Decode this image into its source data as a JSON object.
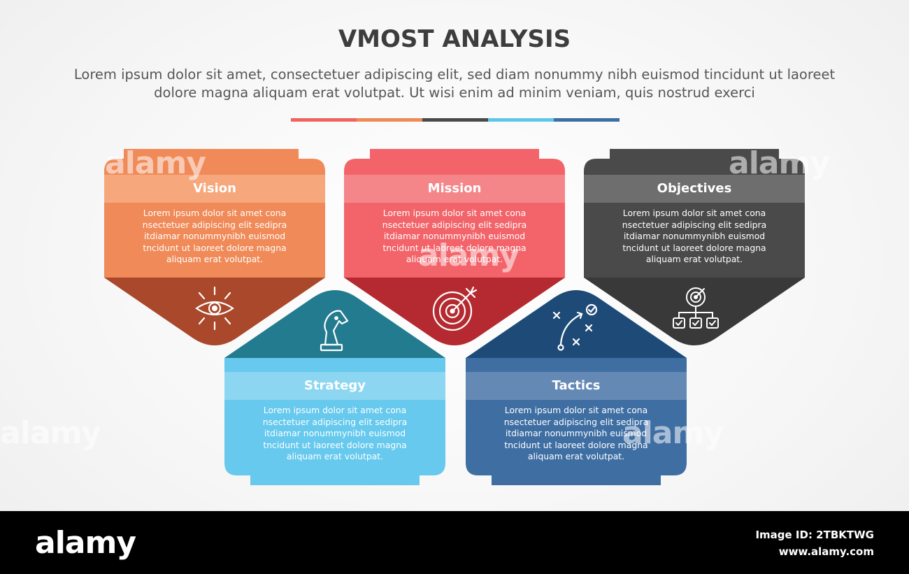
{
  "title": "VMOST ANALYSIS",
  "subtitle": "Lorem ipsum dolor sit amet, consectetuer adipiscing elit, sed diam nonummy nibh euismod tincidunt ut laoreet dolore magna aliquam erat volutpat. Ut wisi enim ad minim veniam, quis nostrud exerci",
  "divider_colors": [
    "#f0645f",
    "#ef8a55",
    "#4a4a4a",
    "#5fc6ea",
    "#3c6fa3"
  ],
  "cards": [
    {
      "label": "Vision",
      "text": "Lorem ipsum dolor sit amet cona nsectetuer adipiscing elit sedipra itdiamar nonummynibh euismod tncidunt ut laoreet dolore magna aliquam erat volutpat.",
      "icon": "eye-icon",
      "color": "#f08a58",
      "band_color": "#f6a77c",
      "dark_color": "#a9482a"
    },
    {
      "label": "Mission",
      "text": "Lorem ipsum dolor sit amet cona nsectetuer adipiscing elit sedipra itdiamar nonummynibh euismod tncidunt ut laoreet dolore magna aliquam erat volutpat.",
      "icon": "target-icon",
      "color": "#f2646a",
      "band_color": "#f4868a",
      "dark_color": "#b42a30"
    },
    {
      "label": "Objectives",
      "text": "Lorem ipsum dolor sit amet cona nsectetuer adipiscing elit sedipra itdiamar nonummynibh euismod tncidunt ut laoreet dolore magna aliquam erat volutpat.",
      "icon": "target-hierarchy-icon",
      "color": "#4a4a4a",
      "band_color": "#6e6e6e",
      "dark_color": "#393939"
    },
    {
      "label": "Strategy",
      "text": "Lorem ipsum dolor sit amet cona nsectetuer adipiscing elit sedipra itdiamar nonummynibh euismod tncidunt ut laoreet dolore magna aliquam erat volutpat.",
      "icon": "chess-knight-icon",
      "color": "#66c9ed",
      "band_color": "#8dd6f1",
      "dark_color": "#227b8e"
    },
    {
      "label": "Tactics",
      "text": "Lorem ipsum dolor sit amet cona nsectetuer adipiscing elit sedipra itdiamar nonummynibh euismod tncidunt ut laoreet dolore magna aliquam erat volutpat.",
      "icon": "tactics-play-icon",
      "color": "#3f6ea3",
      "band_color": "#6589b5",
      "dark_color": "#1e4a78"
    }
  ],
  "footer": {
    "logo": "alamy",
    "image_id": "Image ID: 2TBKTWG",
    "site": "www.alamy.com"
  },
  "watermark": "alamy"
}
